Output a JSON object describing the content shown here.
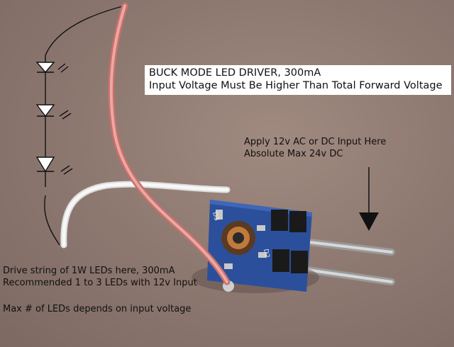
{
  "annotations": {
    "title_line1": "BUCK MODE LED DRIVER, 300mA",
    "title_line2": "Input Voltage Must Be Higher Than Total Forward Voltage",
    "input_line1": "Apply 12v AC or DC Input Here",
    "input_line2": "Absolute Max 24v DC",
    "output_line1": "Drive string of 1W LEDs here, 300mA",
    "output_line2": "Recommended 1 to 3 LEDs with 12v Input",
    "note": "Max # of LEDs depends on input voltage"
  },
  "board": {
    "silkscreen_left": "D3",
    "silkscreen_right": "D2"
  },
  "colors": {
    "background": "#8f7a72",
    "pcb": "#2b4f9a",
    "wire_red": "#e0908a",
    "wire_white": "#f2f2f2"
  }
}
